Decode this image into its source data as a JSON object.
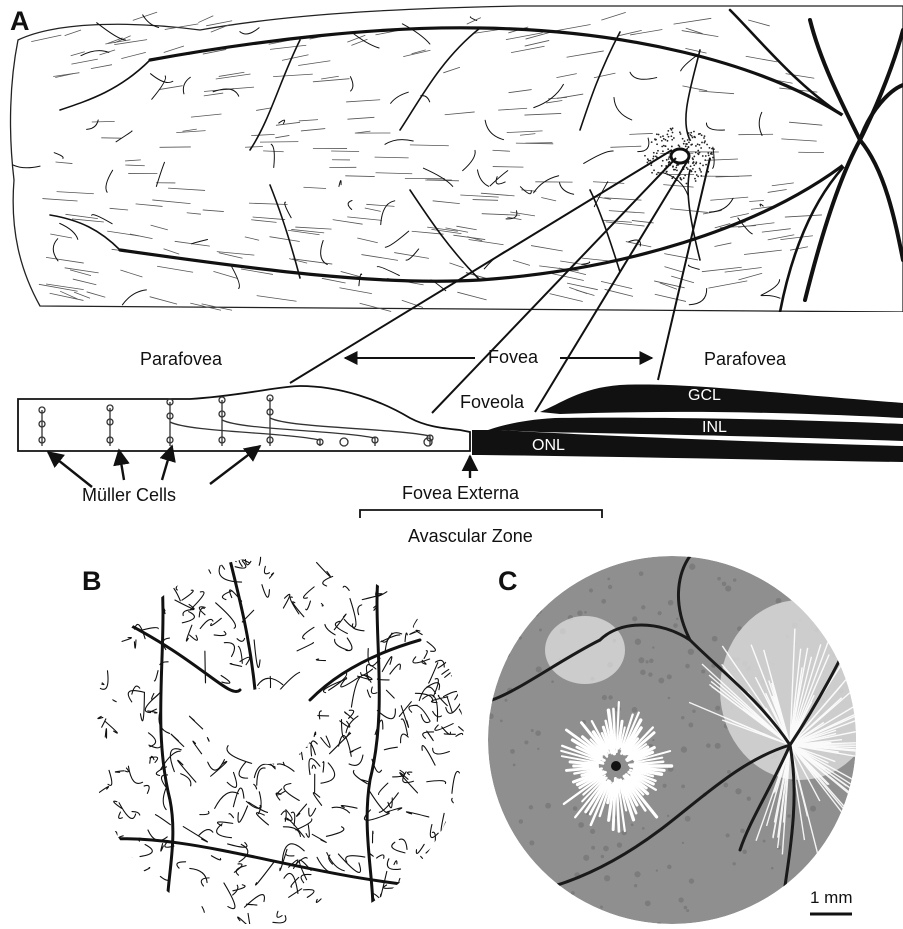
{
  "panels": {
    "a": {
      "letter": "A"
    },
    "b": {
      "letter": "B"
    },
    "c": {
      "letter": "C"
    }
  },
  "labels": {
    "parafovea_left": "Parafovea",
    "parafovea_right": "Parafovea",
    "fovea": "Fovea",
    "foveola": "Foveola",
    "gcl": "GCL",
    "inl": "INL",
    "onl": "ONL",
    "muller_cells": "Müller Cells",
    "fovea_externa": "Fovea Externa",
    "avascular_zone": "Avascular Zone"
  },
  "scale_bar": {
    "text": "1 mm"
  },
  "colors": {
    "ink": "#111111",
    "paper": "#ffffff",
    "fundus_gray": "#8f8f8f"
  }
}
